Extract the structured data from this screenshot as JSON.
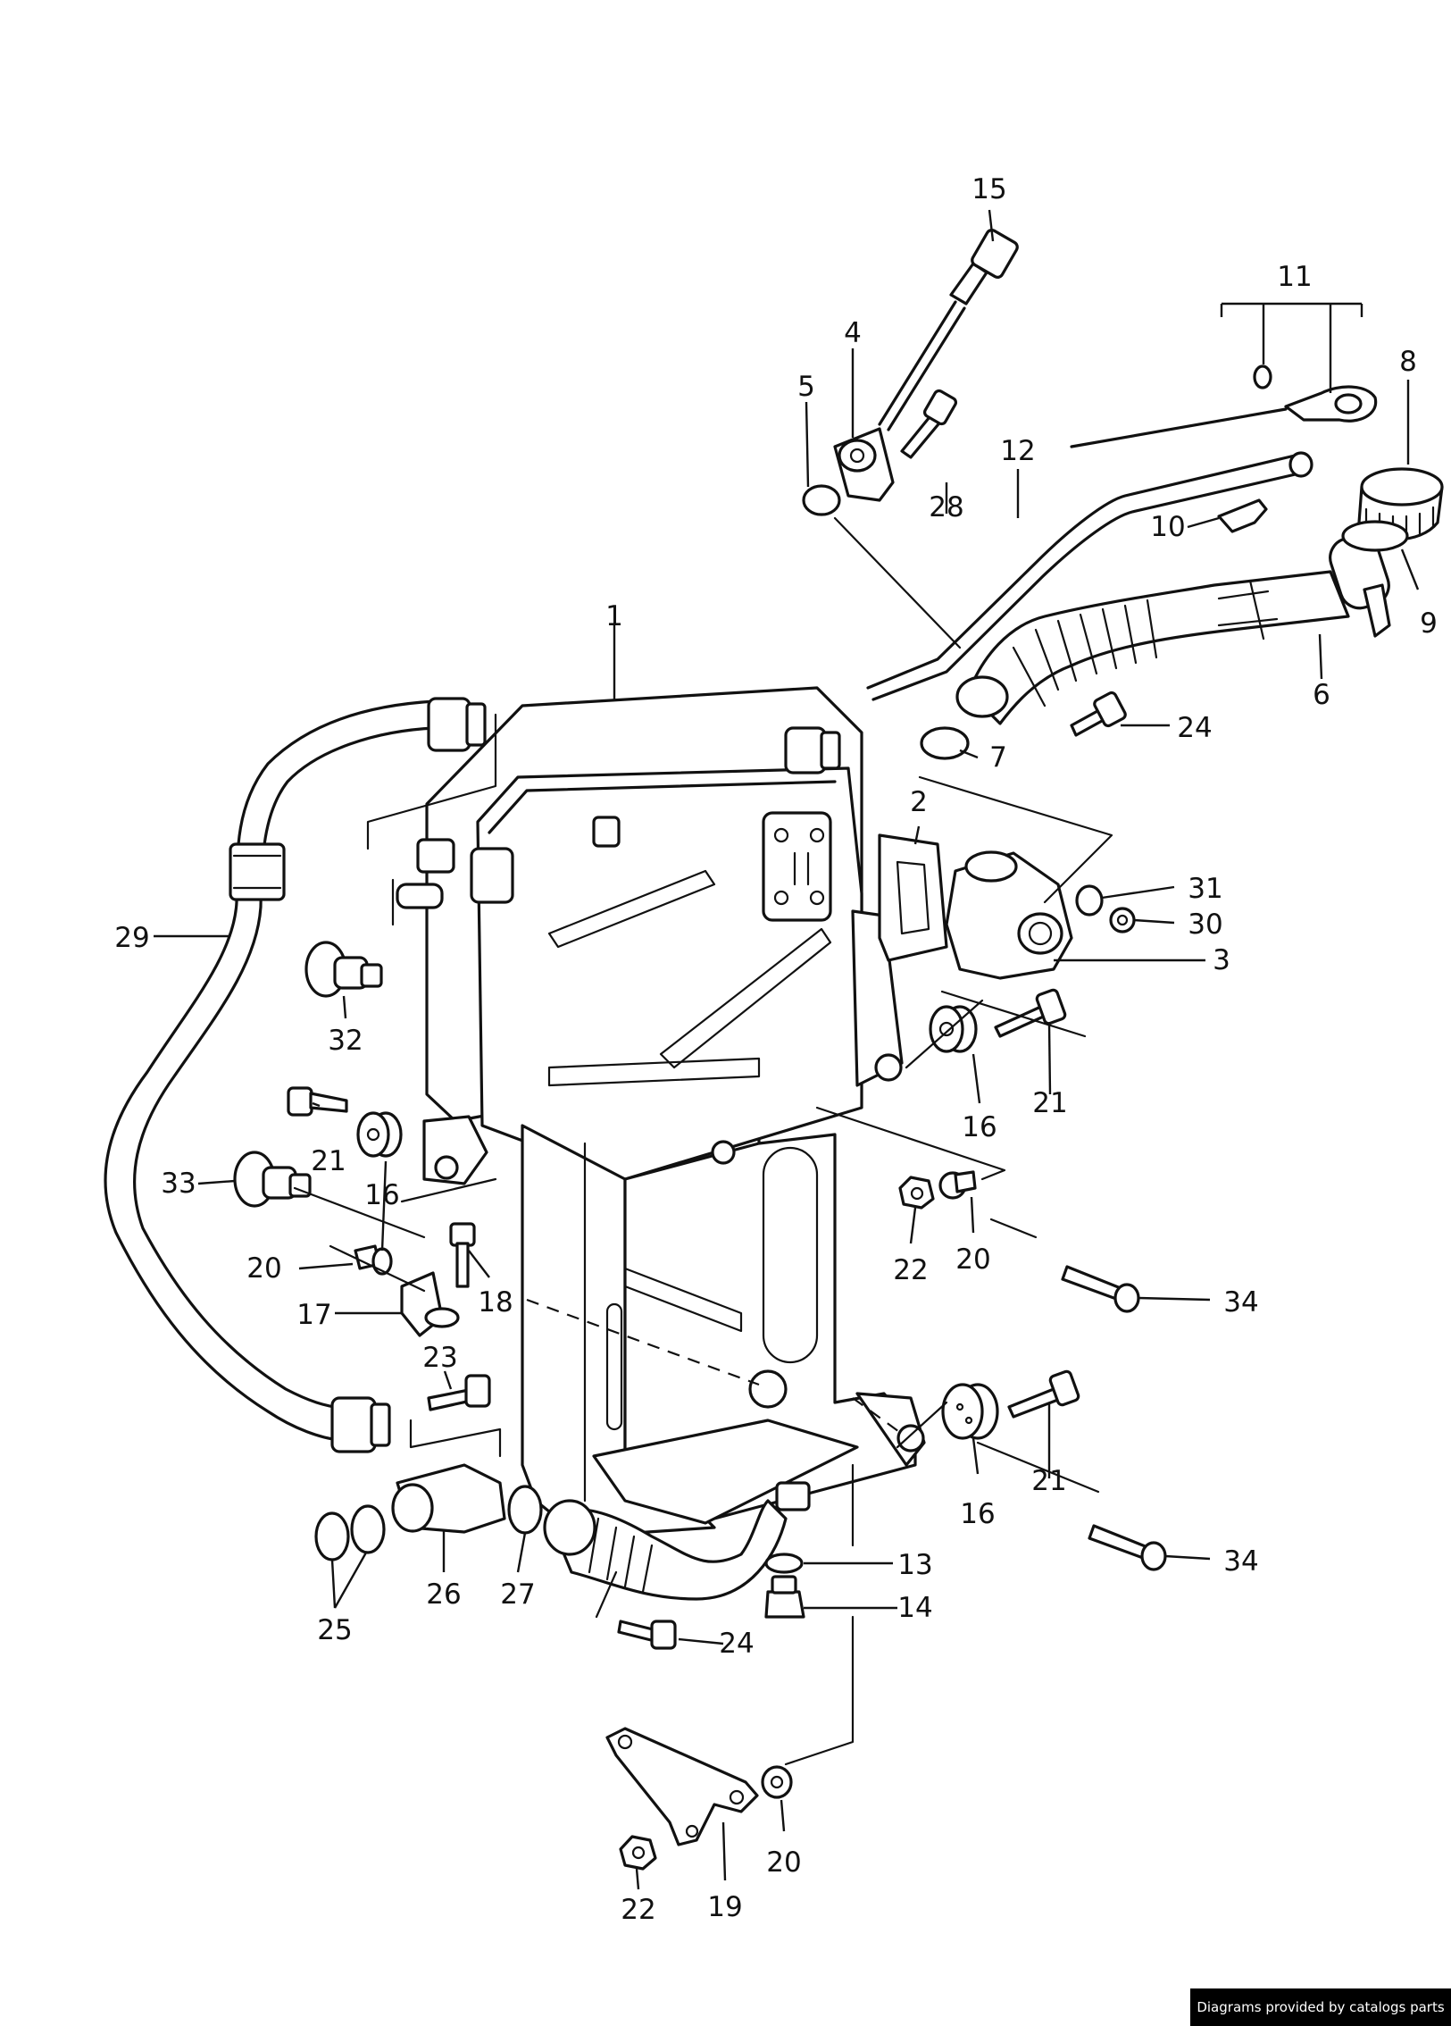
{
  "callouts": [
    {
      "id": "1",
      "text": "1"
    },
    {
      "id": "2",
      "text": "2"
    },
    {
      "id": "3",
      "text": "3"
    },
    {
      "id": "4",
      "text": "4"
    },
    {
      "id": "5",
      "text": "5"
    },
    {
      "id": "6",
      "text": "6"
    },
    {
      "id": "7",
      "text": "7"
    },
    {
      "id": "8",
      "text": "8"
    },
    {
      "id": "9",
      "text": "9"
    },
    {
      "id": "10",
      "text": "10"
    },
    {
      "id": "11",
      "text": "11"
    },
    {
      "id": "12",
      "text": "12"
    },
    {
      "id": "13",
      "text": "13"
    },
    {
      "id": "14",
      "text": "14"
    },
    {
      "id": "15",
      "text": "15"
    },
    {
      "id": "16a",
      "text": "16"
    },
    {
      "id": "16b",
      "text": "16"
    },
    {
      "id": "16c",
      "text": "16"
    },
    {
      "id": "17",
      "text": "17"
    },
    {
      "id": "18",
      "text": "18"
    },
    {
      "id": "19",
      "text": "19"
    },
    {
      "id": "20a",
      "text": "20"
    },
    {
      "id": "20b",
      "text": "20"
    },
    {
      "id": "20c",
      "text": "20"
    },
    {
      "id": "21a",
      "text": "21"
    },
    {
      "id": "21b",
      "text": "21"
    },
    {
      "id": "21c",
      "text": "21"
    },
    {
      "id": "22a",
      "text": "22"
    },
    {
      "id": "22b",
      "text": "22"
    },
    {
      "id": "23",
      "text": "23"
    },
    {
      "id": "24a",
      "text": "24"
    },
    {
      "id": "24b",
      "text": "24"
    },
    {
      "id": "25",
      "text": "25"
    },
    {
      "id": "26",
      "text": "26"
    },
    {
      "id": "27",
      "text": "27"
    },
    {
      "id": "28",
      "text": "28"
    },
    {
      "id": "29",
      "text": "29"
    },
    {
      "id": "30",
      "text": "30"
    },
    {
      "id": "31",
      "text": "31"
    },
    {
      "id": "32",
      "text": "32"
    },
    {
      "id": "33",
      "text": "33"
    },
    {
      "id": "34a",
      "text": "34"
    },
    {
      "id": "34b",
      "text": "34"
    }
  ],
  "credit": "Diagrams provided by catalogs parts"
}
